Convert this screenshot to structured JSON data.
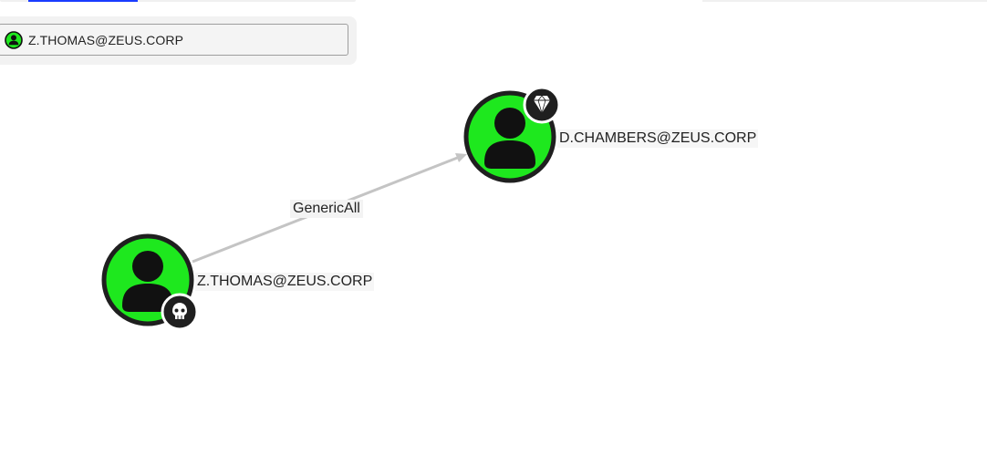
{
  "search": {
    "value": "Z.THOMAS@ZEUS.CORP",
    "icon": "user-icon"
  },
  "graph": {
    "nodes": [
      {
        "id": "source",
        "label": "Z.THOMAS@ZEUS.CORP",
        "icon": "user-icon",
        "badge": "skull-icon",
        "badge_meaning": "owned",
        "fill": "#1ee81e"
      },
      {
        "id": "target",
        "label": "D.CHAMBERS@ZEUS.CORP",
        "icon": "user-icon",
        "badge": "gem-icon",
        "badge_meaning": "high-value",
        "fill": "#1ee81e"
      }
    ],
    "edges": [
      {
        "from": "source",
        "to": "target",
        "label": "GenericAll"
      }
    ]
  },
  "colors": {
    "node_fill": "#1ee81e",
    "node_border": "#1f1f1f",
    "edge": "#c4c4c4",
    "link": "#1a3cff"
  }
}
